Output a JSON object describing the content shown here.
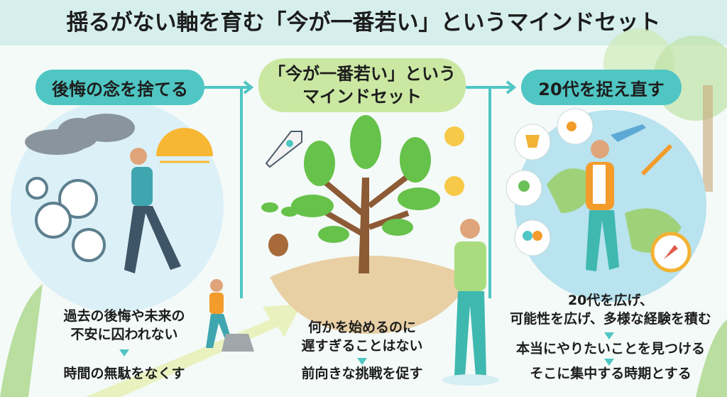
{
  "title": "揺るがない軸を育む「今が一番若い」というマインドセット",
  "columns": [
    {
      "heading": "後悔の念を捨てる",
      "lines": [
        "過去の後悔や未来の",
        "不安に囚われない"
      ],
      "result": "時間の無駄をなくす"
    },
    {
      "heading_line1": "「今が一番若い」という",
      "heading_line2": "マインドセット",
      "lines": [
        "何かを始めるのに",
        "遅すぎることはない"
      ],
      "result": "前向きな挑戦を促す"
    },
    {
      "heading": "20代を捉え直す",
      "lines": [
        "20代を広げ、",
        "可能性を広げ、多様な経験を積む"
      ],
      "step2": "本当にやりたいことを見つける",
      "result": "そこに集中する時期とする"
    }
  ],
  "colors": {
    "accent": "#4fc6c3",
    "center": "#cbe8a3",
    "band": "#d6efec"
  }
}
